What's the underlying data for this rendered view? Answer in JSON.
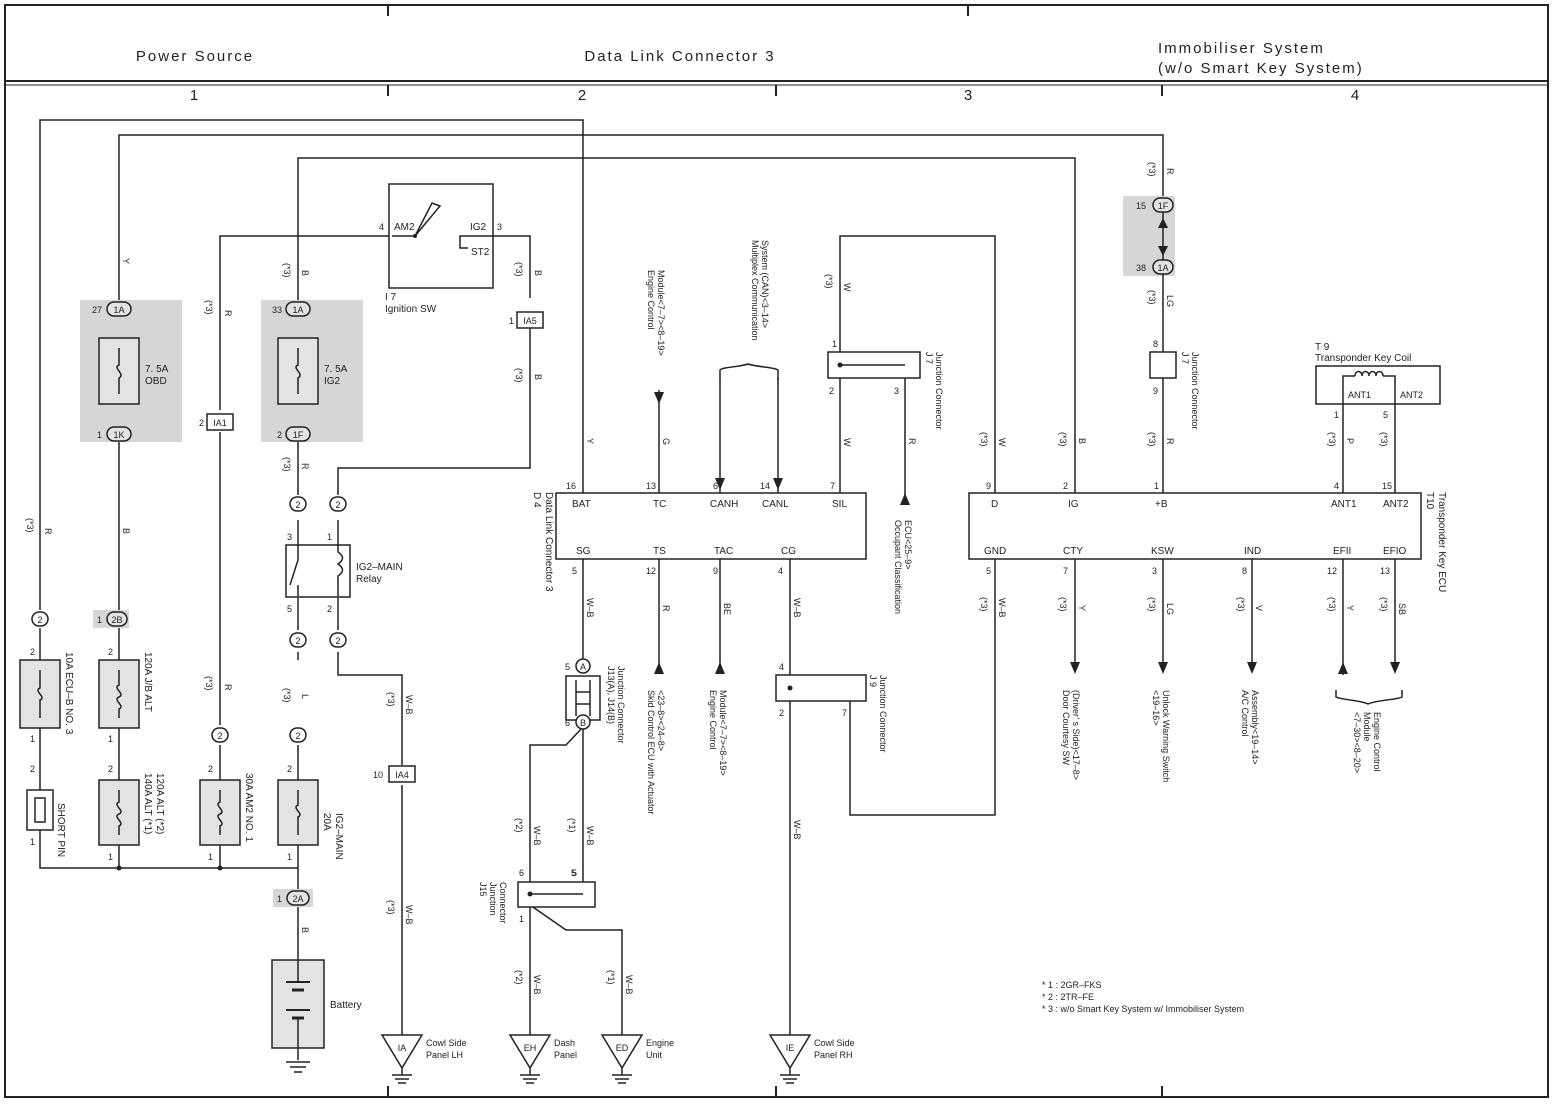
{
  "header": {
    "sections": [
      "Power Source",
      "Data Link Connector 3",
      "Immobiliser System",
      "(w/o Smart Key System)"
    ],
    "columns": [
      "1",
      "2",
      "3",
      "4"
    ]
  },
  "notes": [
    "* 1 : 2GR–FKS",
    "* 2 : 2TR–FE",
    "* 3 : w/o Smart Key System w/ Immobiliser System"
  ],
  "components": {
    "ignition_sw": {
      "id": "I 7",
      "name": "Ignition SW",
      "pins": [
        "AM2",
        "IG2",
        "ST2"
      ],
      "pin_numbers": [
        "4",
        "3"
      ]
    },
    "relay": {
      "name_line1": "IG2–MAIN",
      "name_line2": "Relay"
    },
    "battery": {
      "name": "Battery"
    },
    "fuses": {
      "obd": {
        "line1": "7. 5A",
        "line2": "OBD"
      },
      "ig2": {
        "line1": "7. 5A",
        "line2": "IG2"
      },
      "ecu_b": "10A ECU–B NO. 3",
      "jb_alt": "120A J/B ALT",
      "alt_line1": "140A ALT (*1)",
      "alt_line2": "120A ALT (*2)",
      "am2": "30A AM2 NO. 1",
      "ig2_main_line1": "20A",
      "ig2_main_line2": "IG2–MAIN",
      "short_pin": "SHORT PIN"
    },
    "dlc": {
      "id": "D 4",
      "name": "Data Link Connector 3",
      "top_pins": [
        "BAT",
        "TC",
        "CANH",
        "CANL",
        "SIL"
      ],
      "top_nums": [
        "16",
        "13",
        "6",
        "14",
        "7"
      ],
      "bottom_pins": [
        "SG",
        "TS",
        "TAC",
        "CG"
      ],
      "bottom_nums": [
        "5",
        "12",
        "9",
        "4"
      ]
    },
    "ecu": {
      "id": "T10",
      "name": "Transponder Key ECU",
      "top_pins": [
        "D",
        "IG",
        "+B",
        "ANT1",
        "ANT2"
      ],
      "top_nums": [
        "9",
        "2",
        "1",
        "4",
        "15"
      ],
      "bottom_pins": [
        "GND",
        "CTY",
        "KSW",
        "IND",
        "EFII",
        "EFIO"
      ],
      "bottom_nums": [
        "5",
        "7",
        "3",
        "8",
        "12",
        "13"
      ]
    },
    "coil": {
      "id": "T 9",
      "name": "Transponder Key Coil",
      "pins": [
        "ANT1",
        "ANT2"
      ],
      "pin_numbers": [
        "1",
        "5"
      ]
    },
    "junction_j7": {
      "id": "J 7",
      "name": "Junction Connector"
    },
    "junction_j9": {
      "id": "J 9",
      "name": "Junction Connector"
    },
    "junction_j13": {
      "id": "J13(A), J14(B)",
      "name": "Junction Connector"
    },
    "junction_j15": {
      "id": "J15",
      "name_line1": "Junction",
      "name_line2": "Connector"
    }
  },
  "connectors": [
    "1A",
    "1K",
    "1F",
    "2B",
    "2A",
    "IA1",
    "IA4",
    "IA5",
    "15",
    "38",
    "27",
    "33"
  ],
  "grounds": [
    {
      "code": "IA",
      "line1": "Cowl Side",
      "line2": "Panel LH"
    },
    {
      "code": "EH",
      "line1": "Dash",
      "line2": "Panel"
    },
    {
      "code": "ED",
      "line1": "Engine",
      "line2": "Unit"
    },
    {
      "code": "IE",
      "line1": "Cowl Side",
      "line2": "Panel RH"
    }
  ],
  "external": {
    "engine_tc": [
      "Engine Control",
      "Module<7–7><8–19>"
    ],
    "can": [
      "Multiplex Communication",
      "System (CAN)<3–14>"
    ],
    "occupant": [
      "Occupant Classification",
      "ECU<25–9>"
    ],
    "skid": [
      "Skid Control ECU with Actuator",
      "<23–8><24–8>"
    ],
    "engine_tac": [
      "Engine Control",
      "Module<7–7><8–19>"
    ],
    "door": [
      "Door Courtesy SW",
      "(Driver’ s Side)<17–8>"
    ],
    "unlock": [
      "Unlock Warning Switch",
      "<19–16>"
    ],
    "ac": [
      "A/C Control",
      "Assembly<19–14>"
    ],
    "engine_efi": [
      "Engine Control",
      "Module",
      "<7–30><8–20>"
    ]
  },
  "wire_colors": [
    "R",
    "Y",
    "B",
    "W",
    "G",
    "LG",
    "L",
    "W–B",
    "BE",
    "V",
    "SB",
    "GR",
    "P"
  ]
}
